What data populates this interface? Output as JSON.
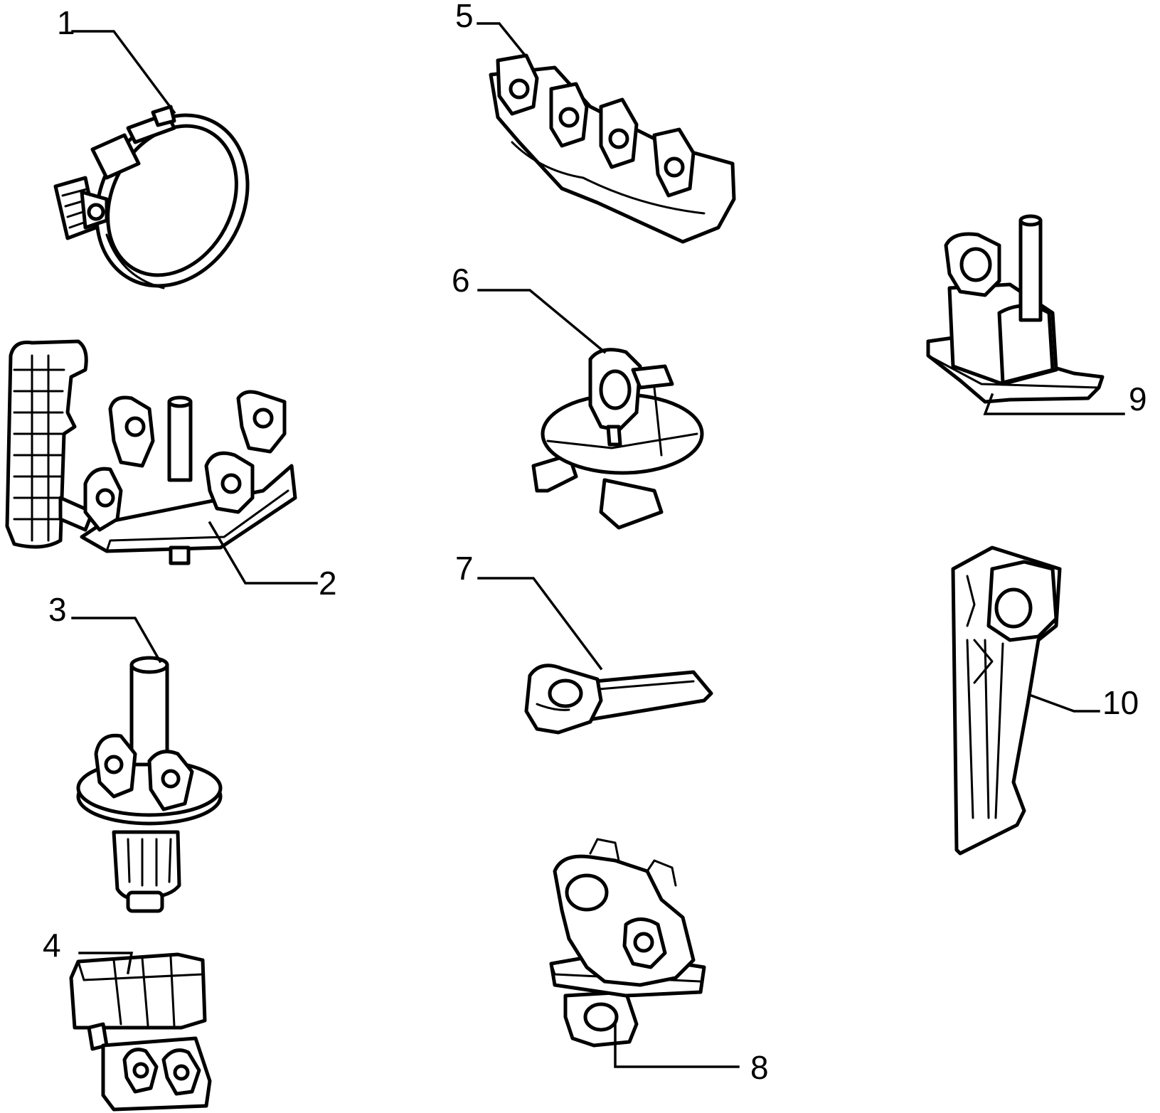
{
  "diagram": {
    "parts": [
      {
        "id": "1",
        "label": "1",
        "icon": "hose-clamp-ring-icon"
      },
      {
        "id": "2",
        "label": "2",
        "icon": "multi-clip-bracket-icon"
      },
      {
        "id": "3",
        "label": "3",
        "icon": "push-pin-pipe-clip-icon"
      },
      {
        "id": "4",
        "label": "4",
        "icon": "double-box-clip-icon"
      },
      {
        "id": "5",
        "label": "5",
        "icon": "quad-pipe-clip-strip-icon"
      },
      {
        "id": "6",
        "label": "6",
        "icon": "disc-base-clip-icon"
      },
      {
        "id": "7",
        "label": "7",
        "icon": "tab-clip-icon"
      },
      {
        "id": "8",
        "label": "8",
        "icon": "twin-pipe-clip-icon"
      },
      {
        "id": "9",
        "label": "9",
        "icon": "stud-mount-clip-icon"
      },
      {
        "id": "10",
        "label": "10",
        "icon": "long-lever-clip-icon"
      }
    ]
  }
}
